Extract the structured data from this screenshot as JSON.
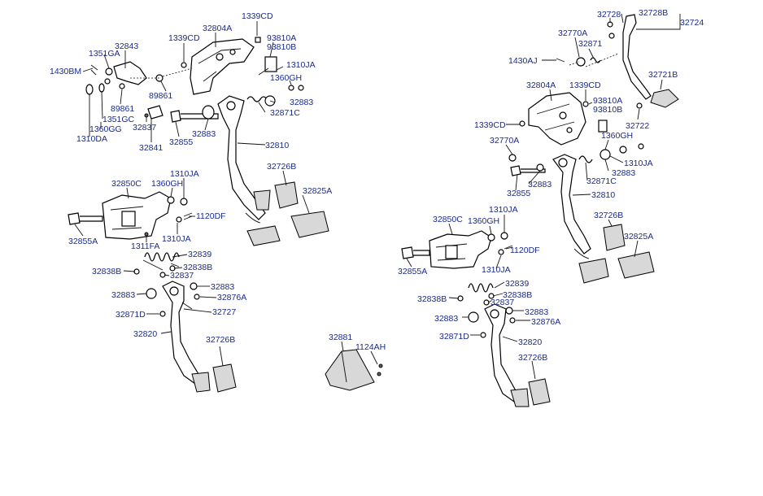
{
  "callouts": [
    {
      "id": "l-1339cd-a",
      "text": "1339CD"
    },
    {
      "id": "l-32804a-a",
      "text": "32804A"
    },
    {
      "id": "l-1339cd-b",
      "text": "1339CD"
    },
    {
      "id": "l-32843",
      "text": "32843"
    },
    {
      "id": "l-1351ga",
      "text": "1351GA"
    },
    {
      "id": "l-1430bm",
      "text": "1430BM"
    },
    {
      "id": "l-93810a-a",
      "text": "93810A"
    },
    {
      "id": "l-93810b-a",
      "text": "93810B"
    },
    {
      "id": "l-1310ja-a",
      "text": "1310JA"
    },
    {
      "id": "l-1360gh-a",
      "text": "1360GH"
    },
    {
      "id": "l-89861-a",
      "text": "89861"
    },
    {
      "id": "l-89861-b",
      "text": "89861"
    },
    {
      "id": "l-32883-a",
      "text": "32883"
    },
    {
      "id": "l-1351gc",
      "text": "1351GC"
    },
    {
      "id": "l-1360gg",
      "text": "1360GG"
    },
    {
      "id": "l-1310da",
      "text": "1310DA"
    },
    {
      "id": "l-32837-a",
      "text": "32837"
    },
    {
      "id": "l-32871c-a",
      "text": "32871C"
    },
    {
      "id": "l-32855-a",
      "text": "32855"
    },
    {
      "id": "l-32883-b",
      "text": "32883"
    },
    {
      "id": "l-32841",
      "text": "32841"
    },
    {
      "id": "l-32810-a",
      "text": "32810"
    },
    {
      "id": "l-32726b-a",
      "text": "32726B"
    },
    {
      "id": "l-1310ja-b",
      "text": "1310JA"
    },
    {
      "id": "l-32850c-a",
      "text": "32850C"
    },
    {
      "id": "l-1360gh-b",
      "text": "1360GH"
    },
    {
      "id": "l-32825a-a",
      "text": "32825A"
    },
    {
      "id": "l-1120df-a",
      "text": "1120DF"
    },
    {
      "id": "l-32855a-a",
      "text": "32855A"
    },
    {
      "id": "l-1310ja-c",
      "text": "1310JA"
    },
    {
      "id": "l-1311fa",
      "text": "1311FA"
    },
    {
      "id": "l-32839-a",
      "text": "32839"
    },
    {
      "id": "l-32838b-a",
      "text": "32838B"
    },
    {
      "id": "l-32838b-b",
      "text": "32838B"
    },
    {
      "id": "l-32837-b",
      "text": "32837"
    },
    {
      "id": "l-32883-c",
      "text": "32883"
    },
    {
      "id": "l-32883-d",
      "text": "32883"
    },
    {
      "id": "l-32876a-a",
      "text": "32876A"
    },
    {
      "id": "l-32871d-a",
      "text": "32871D"
    },
    {
      "id": "l-32727",
      "text": "32727"
    },
    {
      "id": "l-32820-a",
      "text": "32820"
    },
    {
      "id": "l-32726b-b",
      "text": "32726B"
    },
    {
      "id": "l-32881",
      "text": "32881"
    },
    {
      "id": "l-1124ah",
      "text": "1124AH"
    },
    {
      "id": "l-32728",
      "text": "32728"
    },
    {
      "id": "l-32728b",
      "text": "32728B"
    },
    {
      "id": "l-32724",
      "text": "32724"
    },
    {
      "id": "l-32770a-a",
      "text": "32770A"
    },
    {
      "id": "l-32871",
      "text": "32871"
    },
    {
      "id": "l-1430aj",
      "text": "1430AJ"
    },
    {
      "id": "l-32721b",
      "text": "32721B"
    },
    {
      "id": "l-32804a-b",
      "text": "32804A"
    },
    {
      "id": "l-1339cd-c",
      "text": "1339CD"
    },
    {
      "id": "l-93810a-b",
      "text": "93810A"
    },
    {
      "id": "l-93810b-b",
      "text": "93810B"
    },
    {
      "id": "l-32722",
      "text": "32722"
    },
    {
      "id": "l-1339cd-d",
      "text": "1339CD"
    },
    {
      "id": "l-1360gh-c",
      "text": "1360GH"
    },
    {
      "id": "l-32770a-b",
      "text": "32770A"
    },
    {
      "id": "l-1310ja-d",
      "text": "1310JA"
    },
    {
      "id": "l-32883-e",
      "text": "32883"
    },
    {
      "id": "l-32871c-b",
      "text": "32871C"
    },
    {
      "id": "l-32883-f",
      "text": "32883"
    },
    {
      "id": "l-32855-b",
      "text": "32855"
    },
    {
      "id": "l-32810-b",
      "text": "32810"
    },
    {
      "id": "l-32726b-c",
      "text": "32726B"
    },
    {
      "id": "l-1310ja-e",
      "text": "1310JA"
    },
    {
      "id": "l-32850c-b",
      "text": "32850C"
    },
    {
      "id": "l-1360gh-d",
      "text": "1360GH"
    },
    {
      "id": "l-32825a-b",
      "text": "32825A"
    },
    {
      "id": "l-1120df-b",
      "text": "1120DF"
    },
    {
      "id": "l-32855a-b",
      "text": "32855A"
    },
    {
      "id": "l-1310ja-f",
      "text": "1310JA"
    },
    {
      "id": "l-32839-b",
      "text": "32839"
    },
    {
      "id": "l-32838b-c",
      "text": "32838B"
    },
    {
      "id": "l-32838b-d",
      "text": "32838B"
    },
    {
      "id": "l-32837-c",
      "text": "32837"
    },
    {
      "id": "l-32883-g",
      "text": "32883"
    },
    {
      "id": "l-32883-h",
      "text": "32883"
    },
    {
      "id": "l-32876a-b",
      "text": "32876A"
    },
    {
      "id": "l-32871d-b",
      "text": "32871D"
    },
    {
      "id": "l-32820-b",
      "text": "32820"
    },
    {
      "id": "l-32726b-d",
      "text": "32726B"
    }
  ],
  "colors": {
    "label": "#1a2a8c",
    "line": "#111111",
    "background": "#ffffff"
  }
}
